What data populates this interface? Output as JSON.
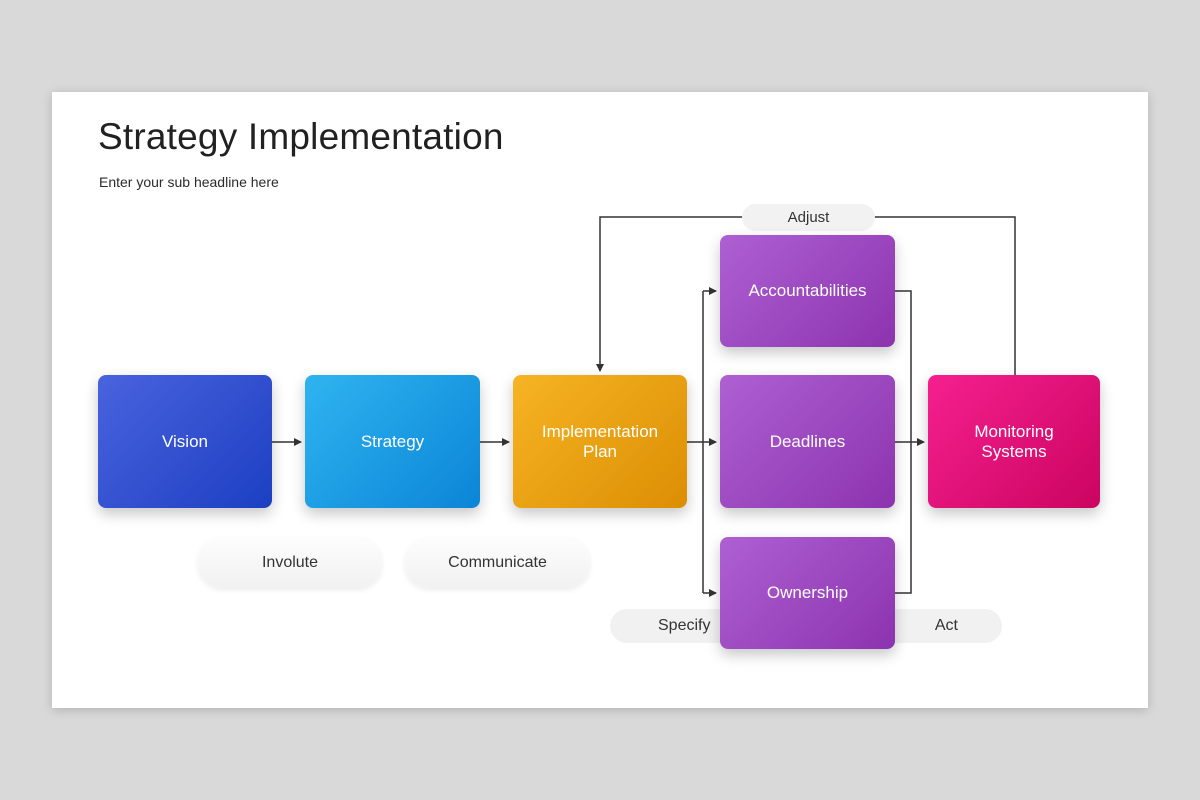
{
  "slide": {
    "title": "Strategy Implementation",
    "subtitle": "Enter your sub headline here"
  },
  "diagram": {
    "nodes": [
      {
        "id": "vision",
        "label": "Vision",
        "color_from": "#4a63de",
        "color_to": "#1c3fc2"
      },
      {
        "id": "strategy",
        "label": "Strategy",
        "color_from": "#2fb4f0",
        "color_to": "#0b85d7"
      },
      {
        "id": "implementation-plan",
        "label": "Implementation Plan",
        "color_from": "#f6b424",
        "color_to": "#dc8e03"
      },
      {
        "id": "accountabilities",
        "label": "Accountabilities",
        "color_from": "#ae60d3",
        "color_to": "#8c33ae"
      },
      {
        "id": "deadlines",
        "label": "Deadlines",
        "color_from": "#ae60d3",
        "color_to": "#8c33ae"
      },
      {
        "id": "ownership",
        "label": "Ownership",
        "color_from": "#ae60d3",
        "color_to": "#8c33ae"
      },
      {
        "id": "monitoring-systems",
        "label": "Monitoring Systems",
        "color_from": "#f5208f",
        "color_to": "#cb0460"
      }
    ],
    "tags": {
      "adjust": "Adjust",
      "involute": "Involute",
      "communicate": "Communicate",
      "specify": "Specify",
      "act": "Act"
    },
    "line_color": "#333333",
    "background_color": "#d9d9d9",
    "slide_color": "#ffffff"
  }
}
